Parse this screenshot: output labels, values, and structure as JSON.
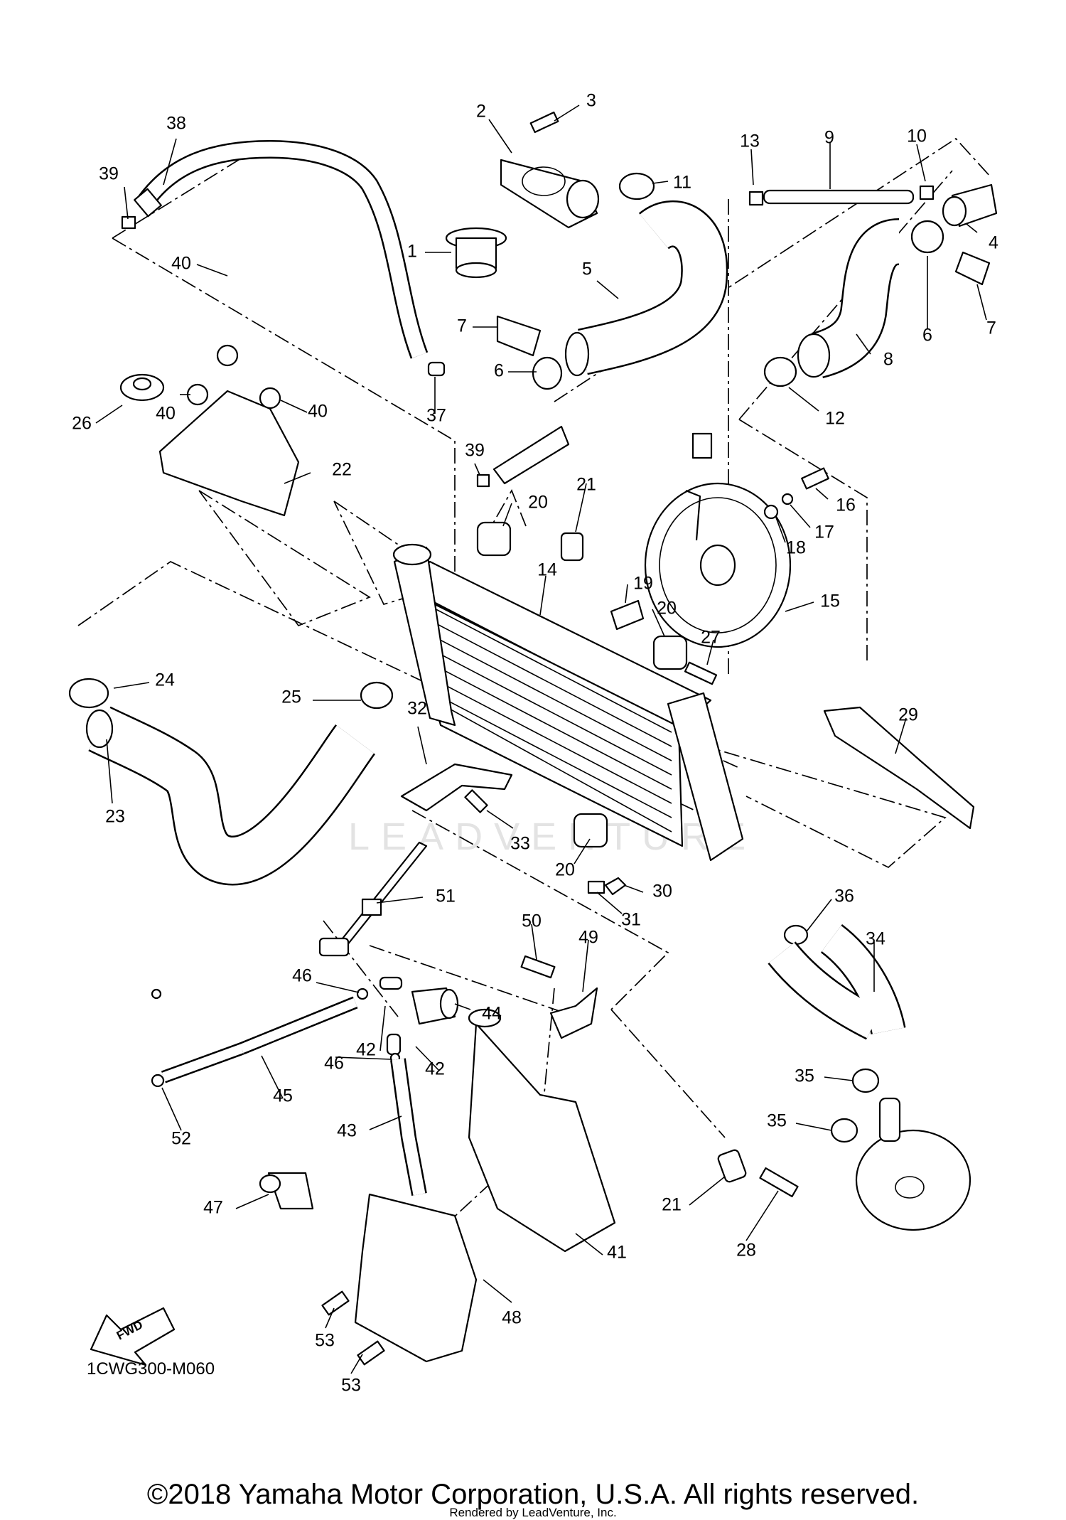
{
  "diagram": {
    "watermark": "LEADVENTURE",
    "fwd_label": "FWD",
    "code": "1CWG300-M060",
    "callouts": [
      {
        "n": "1"
      },
      {
        "n": "2"
      },
      {
        "n": "3"
      },
      {
        "n": "4"
      },
      {
        "n": "5"
      },
      {
        "n": "6"
      },
      {
        "n": "6"
      },
      {
        "n": "7"
      },
      {
        "n": "7"
      },
      {
        "n": "8"
      },
      {
        "n": "9"
      },
      {
        "n": "10"
      },
      {
        "n": "11"
      },
      {
        "n": "12"
      },
      {
        "n": "13"
      },
      {
        "n": "14"
      },
      {
        "n": "15"
      },
      {
        "n": "16"
      },
      {
        "n": "17"
      },
      {
        "n": "18"
      },
      {
        "n": "19"
      },
      {
        "n": "20"
      },
      {
        "n": "20"
      },
      {
        "n": "20"
      },
      {
        "n": "21"
      },
      {
        "n": "21"
      },
      {
        "n": "22"
      },
      {
        "n": "23"
      },
      {
        "n": "24"
      },
      {
        "n": "25"
      },
      {
        "n": "26"
      },
      {
        "n": "27"
      },
      {
        "n": "28"
      },
      {
        "n": "29"
      },
      {
        "n": "30"
      },
      {
        "n": "31"
      },
      {
        "n": "32"
      },
      {
        "n": "33"
      },
      {
        "n": "34"
      },
      {
        "n": "35"
      },
      {
        "n": "35"
      },
      {
        "n": "36"
      },
      {
        "n": "37"
      },
      {
        "n": "38"
      },
      {
        "n": "39"
      },
      {
        "n": "39"
      },
      {
        "n": "40"
      },
      {
        "n": "40"
      },
      {
        "n": "40"
      },
      {
        "n": "41"
      },
      {
        "n": "42"
      },
      {
        "n": "42"
      },
      {
        "n": "43"
      },
      {
        "n": "44"
      },
      {
        "n": "45"
      },
      {
        "n": "46"
      },
      {
        "n": "46"
      },
      {
        "n": "47"
      },
      {
        "n": "48"
      },
      {
        "n": "49"
      },
      {
        "n": "50"
      },
      {
        "n": "51"
      },
      {
        "n": "52"
      },
      {
        "n": "53"
      },
      {
        "n": "53"
      }
    ]
  },
  "footer": {
    "copyright": "©2018 Yamaha Motor Corporation, U.S.A. All rights reserved.",
    "rendered": "Rendered by LeadVenture, Inc."
  }
}
